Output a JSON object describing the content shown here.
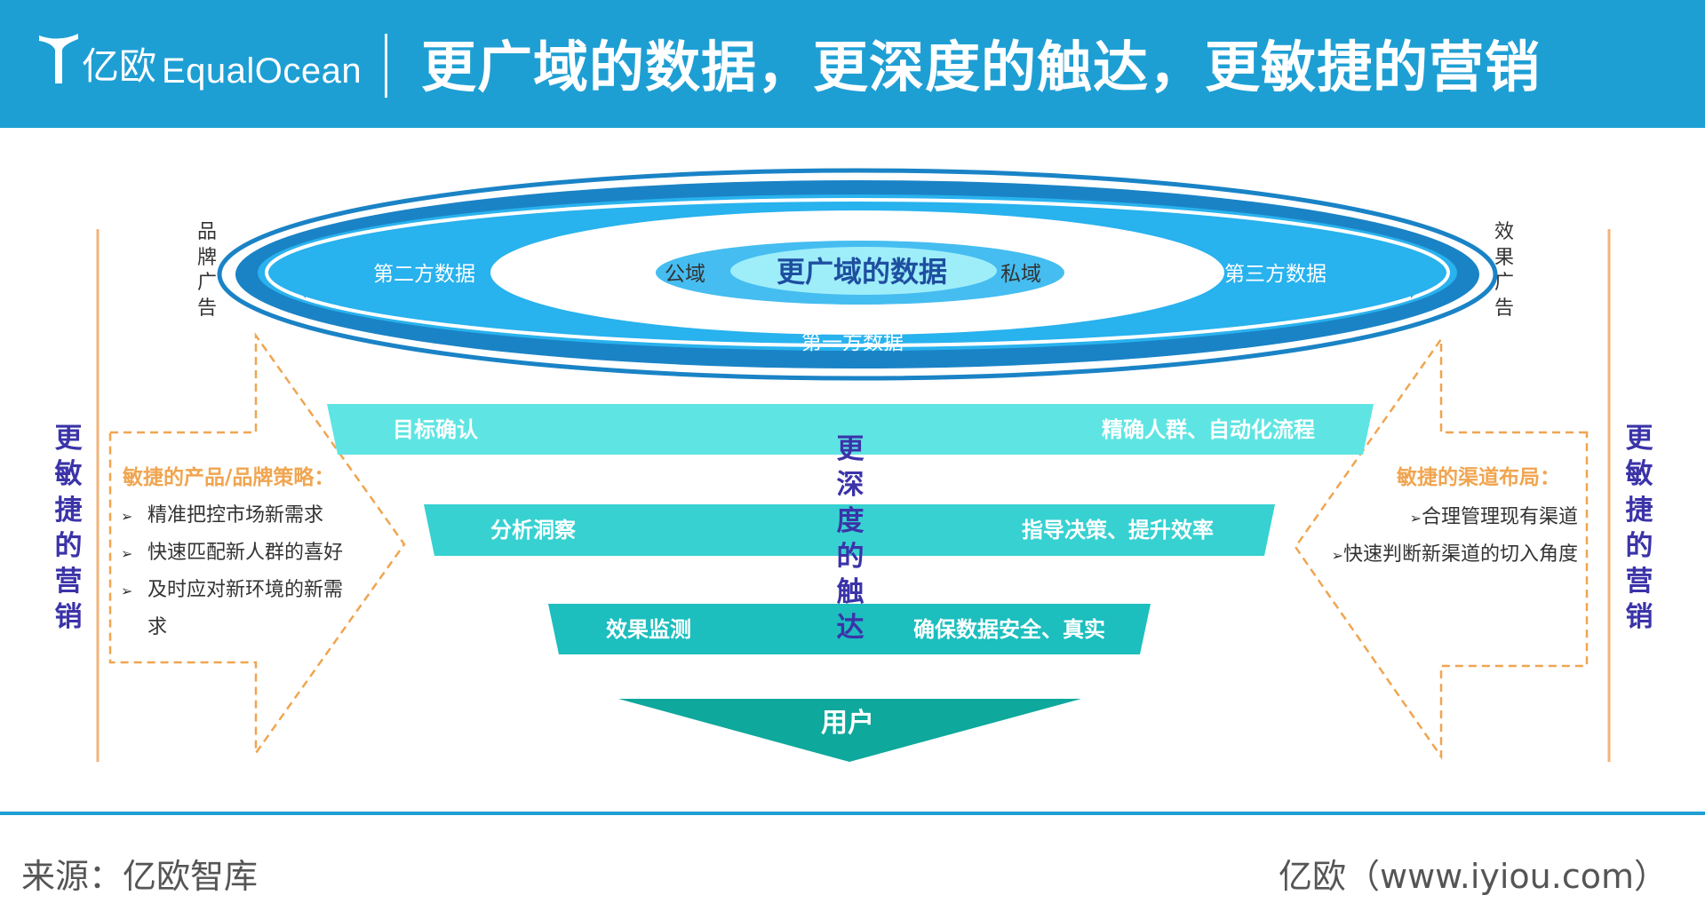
{
  "header": {
    "logo_cn": "亿欧",
    "logo_en": "EqualOcean",
    "title": "更广域的数据，更深度的触达，更敏捷的营销"
  },
  "ellipse": {
    "center_title": "更广域的数据",
    "left_inner": "公域",
    "right_inner": "私域",
    "second_party": "第二方数据",
    "third_party": "第三方数据",
    "first_party": "第一方数据"
  },
  "side_labels": {
    "brand_ad": "品牌广告",
    "effect_ad": "效果广告",
    "left_vertical": "更敏捷的营销",
    "right_vertical": "更敏捷的营销",
    "center_vertical": "更深度的触达"
  },
  "funnel": {
    "row1_left": "目标确认",
    "row1_right": "精确人群、自动化流程",
    "row2_left": "分析洞察",
    "row2_right": "指导决策、提升效率",
    "row3_left": "效果监测",
    "row3_right": "确保数据安全、真实",
    "bottom": "用户"
  },
  "left_panel": {
    "title": "敏捷的产品/品牌策略：",
    "bullets": [
      "精准把控市场新需求",
      "快速匹配新人群的喜好",
      "及时应对新环境的新需",
      "求"
    ]
  },
  "right_panel": {
    "title": "敏捷的渠道布局：",
    "bullets": [
      "合理管理现有渠道",
      "快速判断新渠道的切入角度"
    ]
  },
  "footer": {
    "source": "来源：亿欧智库",
    "site": "亿欧（www.iyiou.com）"
  },
  "colors": {
    "header_blue": "#1e9fd4",
    "ring_dark": "#1a83c6",
    "ring_mid": "#28b2ee",
    "funnel_1": "#5ee5e3",
    "funnel_2": "#37d1d1",
    "funnel_3": "#1cbebe",
    "funnel_tip": "#0ea89c",
    "orange": "#f0a550",
    "purple": "#3b33a8"
  }
}
